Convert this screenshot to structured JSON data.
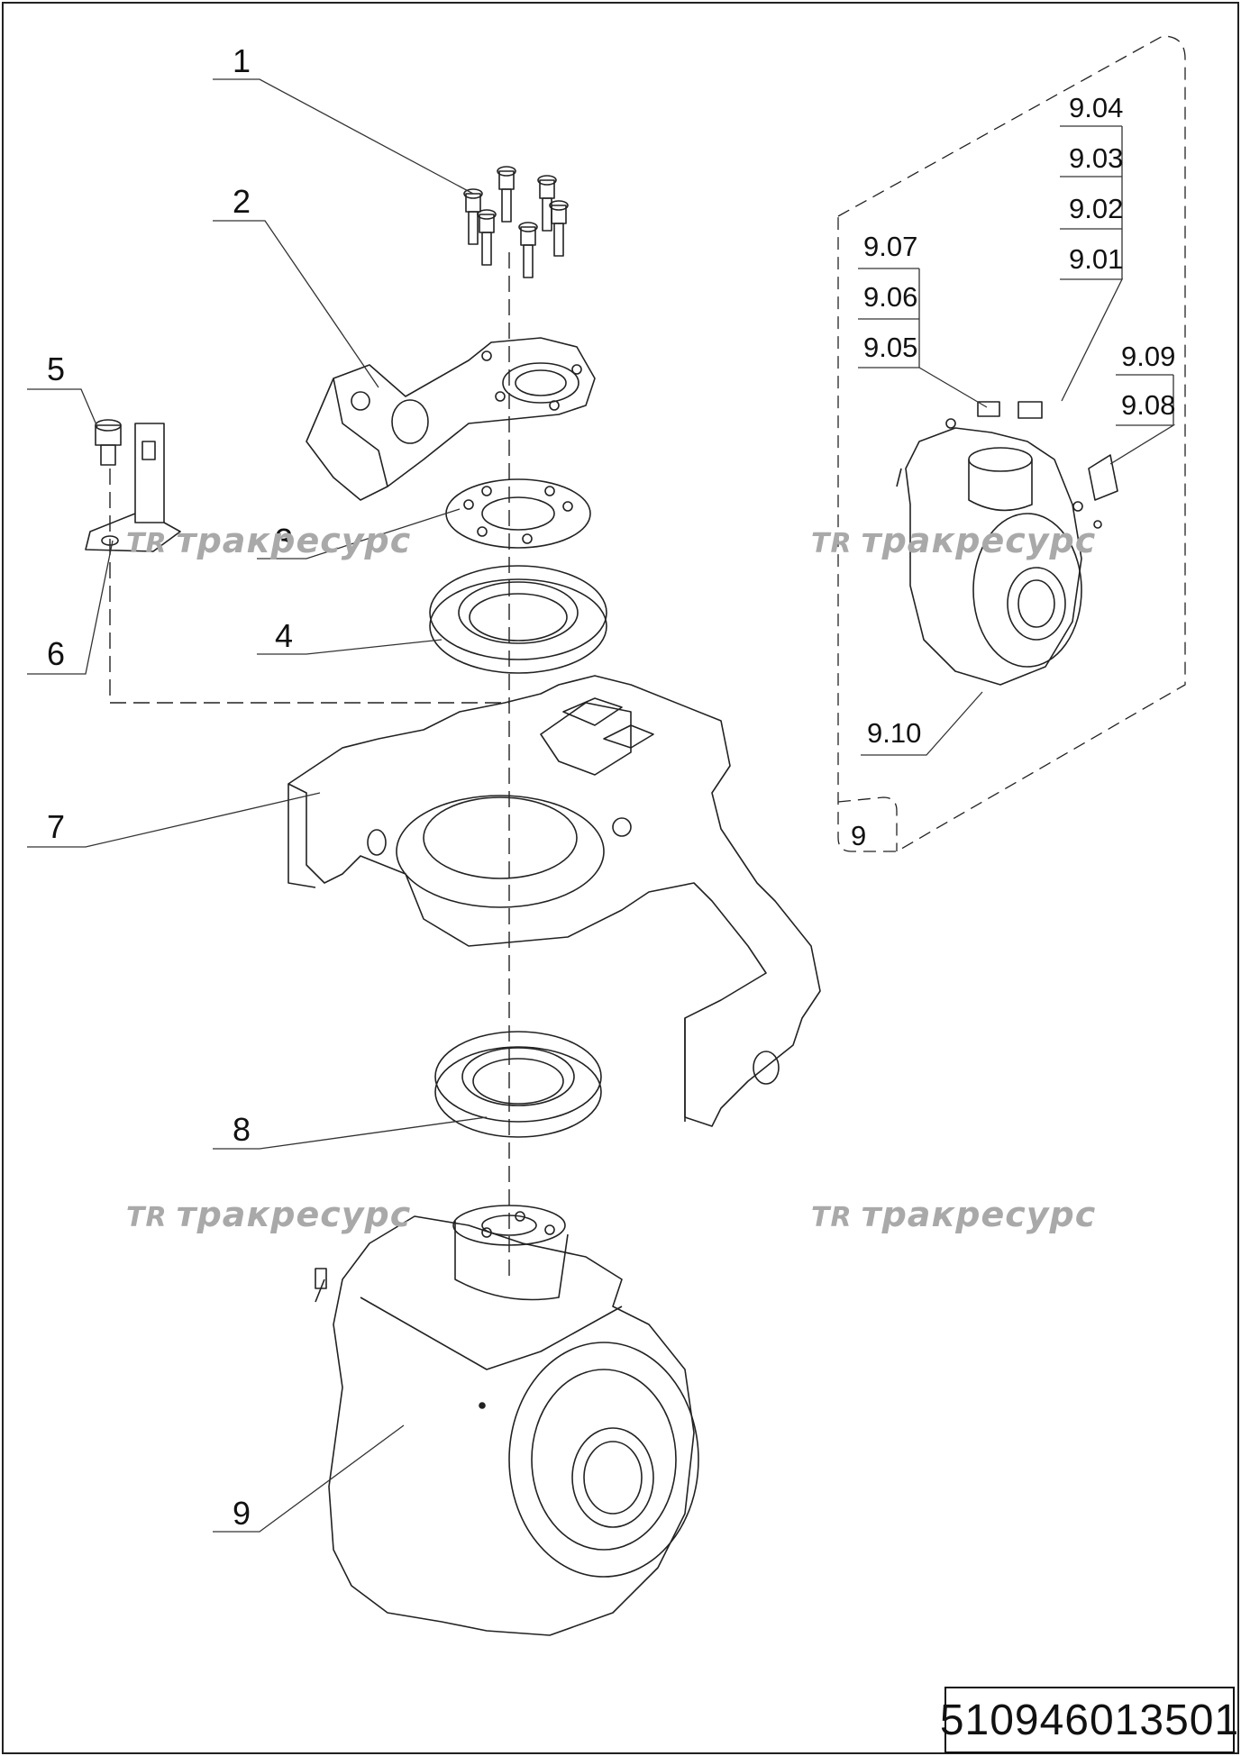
{
  "document_number": "510946013501",
  "watermark": {
    "logo": "TR",
    "text": "тракресурс"
  },
  "callouts": {
    "p1": "1",
    "p2": "2",
    "p3": "3",
    "p4": "4",
    "p5": "5",
    "p6": "6",
    "p7": "7",
    "p8": "8",
    "p9": "9",
    "p9_box": "9",
    "p9_01": "9.01",
    "p9_02": "9.02",
    "p9_03": "9.03",
    "p9_04": "9.04",
    "p9_05": "9.05",
    "p9_06": "9.06",
    "p9_07": "9.07",
    "p9_08": "9.08",
    "p9_09": "9.09",
    "p9_10": "9.10"
  }
}
